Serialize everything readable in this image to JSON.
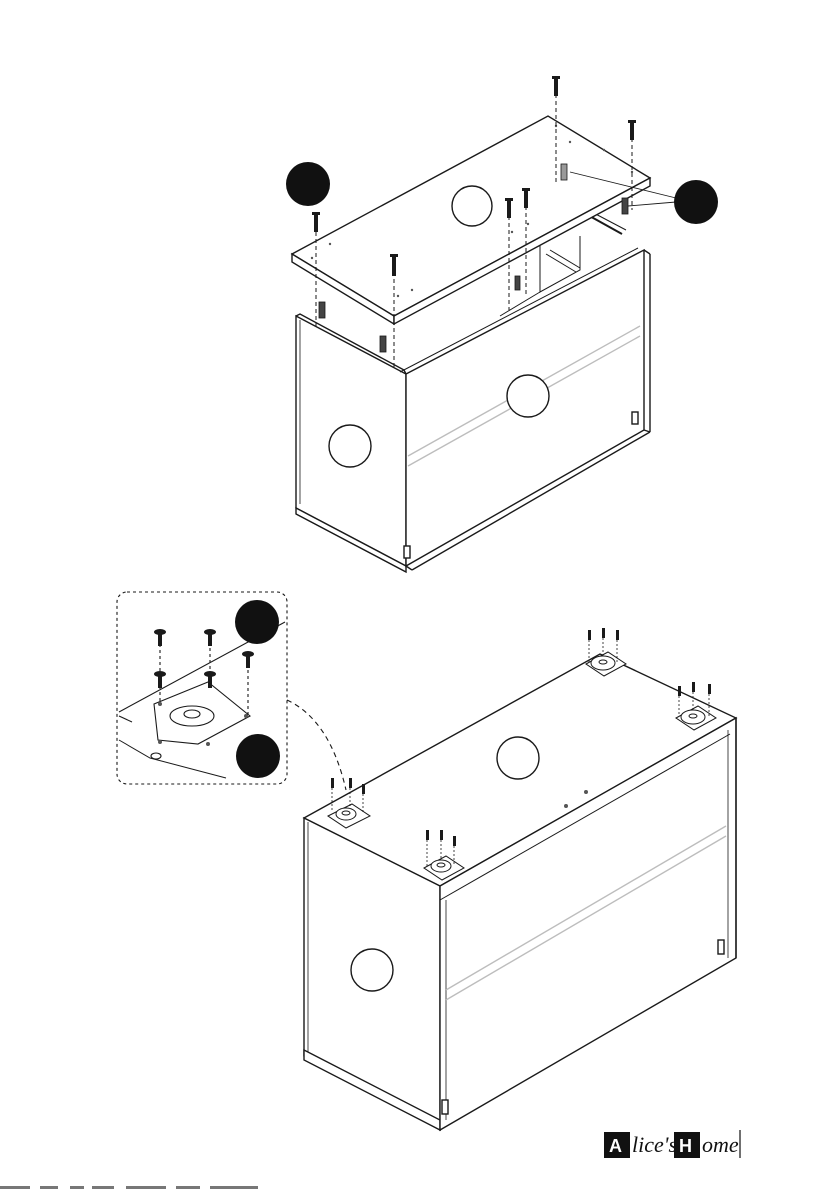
{
  "brand": {
    "cap_a": "A",
    "mid": "lice's",
    "cap_h": "H",
    "end": "ome"
  },
  "colors": {
    "line": "#1a1a1a",
    "badge": "#111111",
    "panel_edge": "#cfcfcf"
  }
}
